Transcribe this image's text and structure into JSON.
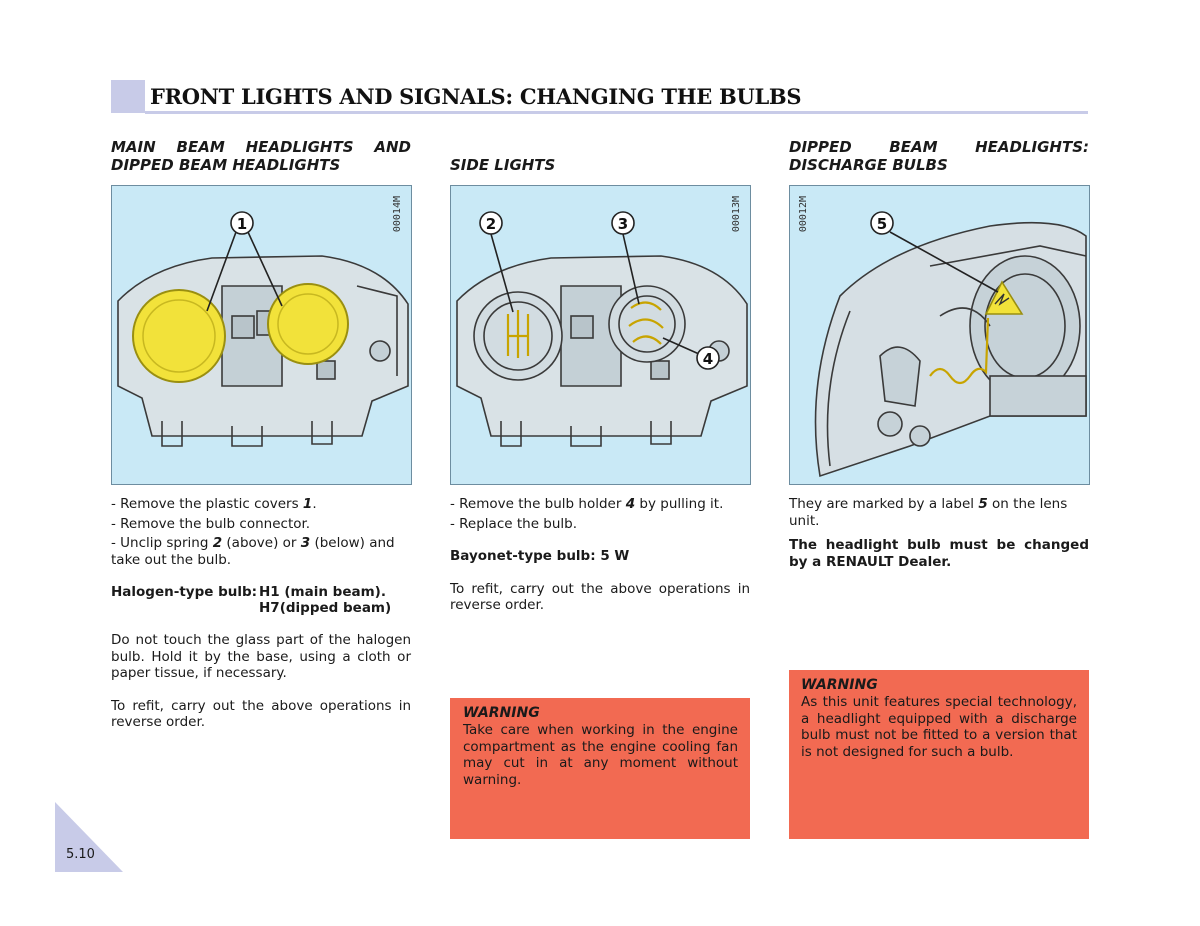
{
  "header": {
    "title": "FRONT LIGHTS AND SIGNALS: CHANGING THE BULBS"
  },
  "col1": {
    "title_line1": "MAIN BEAM HEADLIGHTS AND",
    "title_line2": "DIPPED BEAM HEADLIGHTS",
    "figure_code": "00014M",
    "callout_1": "1",
    "steps": [
      {
        "pre": "- Remove the plastic covers ",
        "num": "1",
        "post": "."
      },
      {
        "pre": "- Remove the bulb connector.",
        "num": "",
        "post": ""
      },
      {
        "pre": "- Unclip spring ",
        "num": "2",
        "mid": " (above) or ",
        "num2": "3",
        "post": " (below) and take out the bulb."
      }
    ],
    "bulb_label": "Halogen-type bulb:",
    "bulb_main": "H1 (main beam).",
    "bulb_dipped": "H7(dipped beam)",
    "note": "Do not touch the glass part of the halogen bulb. Hold it by the base, using a cloth or paper tissue, if necessary.",
    "refit": "To refit, carry out the above operations in reverse order."
  },
  "col2": {
    "title": "SIDE LIGHTS",
    "figure_code": "00013M",
    "callout_2": "2",
    "callout_3": "3",
    "callout_4": "4",
    "step1_pre": "- Remove the bulb holder ",
    "step1_num": "4",
    "step1_post": " by pulling it.",
    "step2": "- Replace the bulb.",
    "bulb": "Bayonet-type bulb: 5 W",
    "refit": "To refit, carry out the above operations in reverse order.",
    "warning_title": "WARNING",
    "warning_text": "Take care when working in the engine compartment as the engine cooling fan may cut in at any moment without warning."
  },
  "col3": {
    "title_line1": "DIPPED BEAM HEADLIGHTS:",
    "title_line2": "DISCHARGE BULBS",
    "figure_code": "00012M",
    "callout_5": "5",
    "text_pre": "They are marked by a label ",
    "text_num": "5",
    "text_post": " on the lens unit.",
    "bold_note": "The headlight bulb must be changed by a RENAULT Dealer.",
    "warning_title": "WARNING",
    "warning_text": "As this unit features special technology, a headlight equipped with a discharge bulb must not be fitted to a version that is not designed for such a bulb."
  },
  "footer": {
    "page_number": "5.10"
  },
  "colors": {
    "accent": "#c8cbe8",
    "warning": "#f26a52",
    "figure_bg": "#c9e9f6",
    "bulb_yellow": "#f2e23a"
  }
}
